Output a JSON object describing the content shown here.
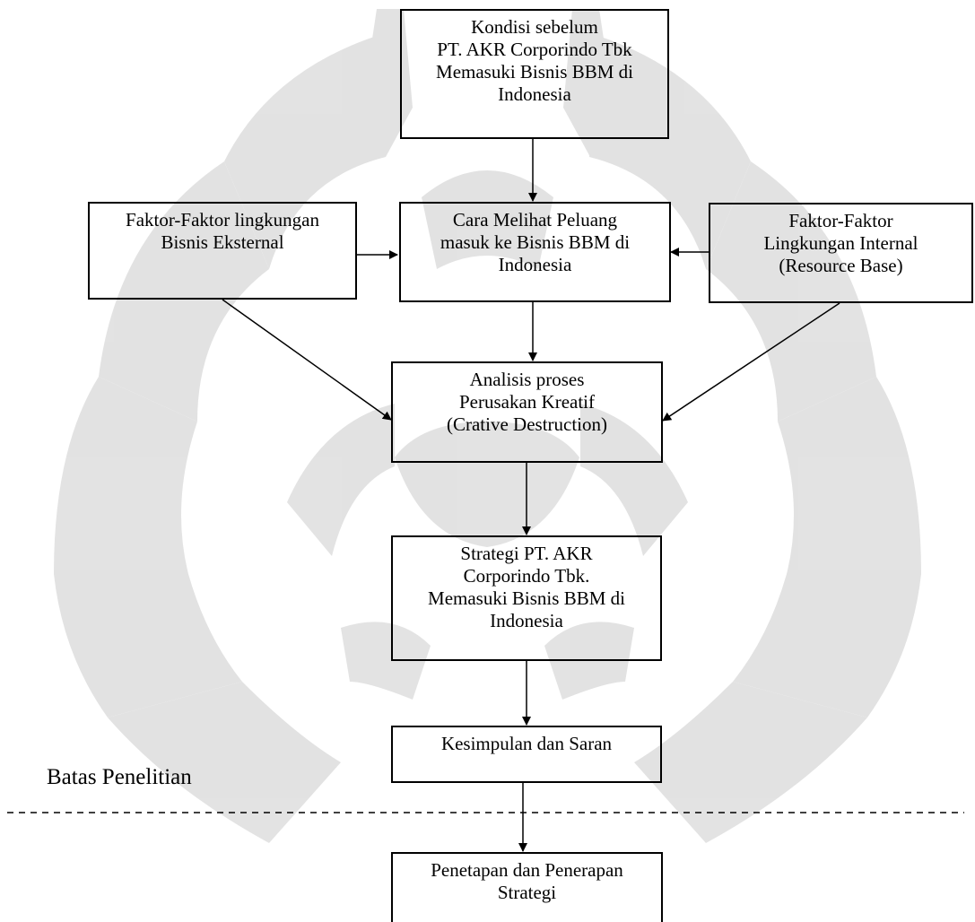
{
  "boxes": {
    "kondisi": "Kondisi sebelum\nPT. AKR Corporindo Tbk\nMemasuki Bisnis BBM di\nIndonesia",
    "eksternal": "Faktor-Faktor lingkungan\nBisnis Eksternal",
    "cara": "Cara Melihat Peluang\nmasuk ke Bisnis BBM di\nIndonesia",
    "internal": "Faktor-Faktor\nLingkungan Internal\n(Resource Base)",
    "analisis": "Analisis proses\nPerusakan Kreatif\n(Crative Destruction)",
    "strategi": "Strategi PT. AKR\nCorporindo Tbk.\nMemasuki Bisnis BBM di\nIndonesia",
    "kesimpulan": "Kesimpulan dan Saran",
    "penetapan": "Penetapan dan  Penerapan\nStrategi"
  },
  "boundary_label": "Batas Penelitian",
  "colors": {
    "line": "#000000",
    "watermark": "#d9d9d9"
  }
}
